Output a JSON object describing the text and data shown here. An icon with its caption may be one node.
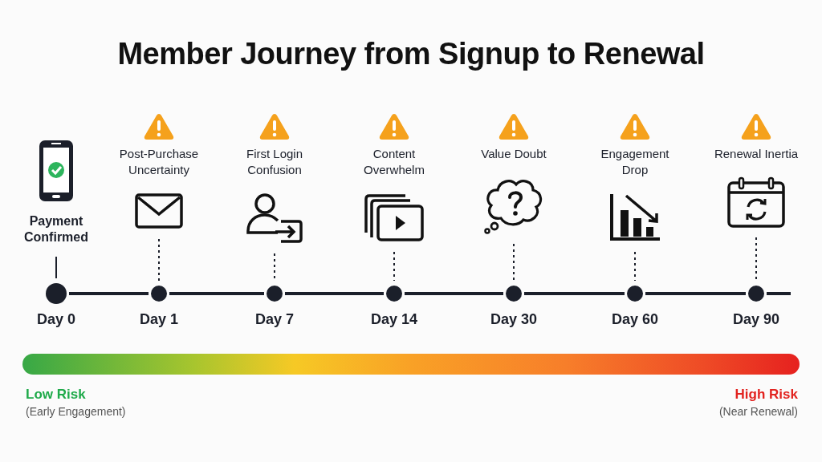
{
  "diagram": {
    "title": "Member Journey from Signup to Renewal",
    "nodes": [
      {
        "text": [
          "Payment Confirmed"
        ]
      },
      {
        "text": [
          "Post-Purchase Uncertainty"
        ]
      },
      {
        "text": [
          "First Login Confusion"
        ]
      },
      {
        "text": [
          "Content Overwhelm"
        ]
      },
      {
        "text": [
          "Value Doubt"
        ]
      },
      {
        "text": [
          "Engagement Drop"
        ]
      },
      {
        "text": [
          "Renewal Inertia"
        ]
      },
      {
        "text": [],
        "shape": "circle",
        "beside": [
          "Day 0"
        ]
      },
      {
        "text": [],
        "shape": "circle",
        "beside": [
          "Day 1"
        ]
      },
      {
        "text": [],
        "shape": "circle",
        "beside": [
          "Day 7"
        ]
      },
      {
        "text": [],
        "shape": "circle",
        "beside": [
          "Day 14"
        ]
      },
      {
        "text": [],
        "shape": "circle",
        "beside": [
          "Day 30"
        ]
      },
      {
        "text": [],
        "shape": "circle",
        "beside": [
          "Day 60"
        ]
      },
      {
        "text": [],
        "shape": "circle",
        "beside": [
          "Day 90"
        ]
      },
      {
        "text": [],
        "shape": "bar"
      }
    ],
    "edges": [
      {
        "from": 0,
        "to": 7,
        "arrow": "none"
      },
      {
        "from": 1,
        "to": 8,
        "arrow": "none",
        "style": "dashed"
      },
      {
        "from": 2,
        "to": 9,
        "arrow": "none",
        "style": "dashed"
      },
      {
        "from": 3,
        "to": 10,
        "arrow": "none",
        "style": "dashed"
      },
      {
        "from": 4,
        "to": 11,
        "arrow": "none",
        "style": "dashed"
      },
      {
        "from": 5,
        "to": 12,
        "arrow": "none",
        "style": "dashed"
      },
      {
        "from": 6,
        "to": 13,
        "arrow": "none",
        "style": "dashed"
      },
      {
        "from": 7,
        "to": 8,
        "arrow": "none",
        "style": "thick"
      },
      {
        "from": 8,
        "to": 9,
        "arrow": "none",
        "style": "thick"
      },
      {
        "from": 9,
        "to": 10,
        "arrow": "none",
        "style": "thick"
      },
      {
        "from": 10,
        "to": 11,
        "arrow": "none",
        "style": "thick"
      },
      {
        "from": 11,
        "to": 12,
        "arrow": "none",
        "style": "thick"
      },
      {
        "from": 12,
        "to": 13,
        "arrow": "none",
        "style": "thick"
      },
      {
        "from": 13,
        "to": null,
        "arrow": "none",
        "style": "thick"
      }
    ],
    "labels": [
      "Low Risk",
      "(Early Engagement)",
      "High Risk",
      "(Near Renewal)"
    ]
  }
}
